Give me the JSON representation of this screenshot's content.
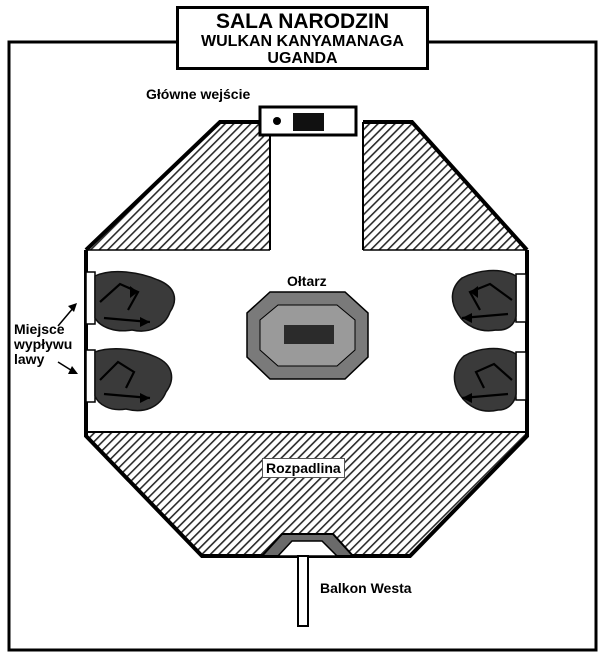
{
  "title": {
    "line1": "SALA NARODZIN",
    "line2": "WULKAN KANYAMANAGA",
    "line3": "UGANDA"
  },
  "labels": {
    "entrance": "Główne wejście",
    "altar": "Ołtarz",
    "lava_vents": [
      "Miejsce",
      "wypływu",
      "lawy"
    ],
    "crevasse": "Rozpadlina",
    "balcony": "Balkon Westa"
  },
  "colors": {
    "hatch": "#2a2a2a",
    "lava": "#3a3a3a",
    "altar_outer": "#7a7a7a",
    "altar_inner": "#9a9a9a",
    "altar_core": "#2b2b2b",
    "outline": "#000000"
  }
}
